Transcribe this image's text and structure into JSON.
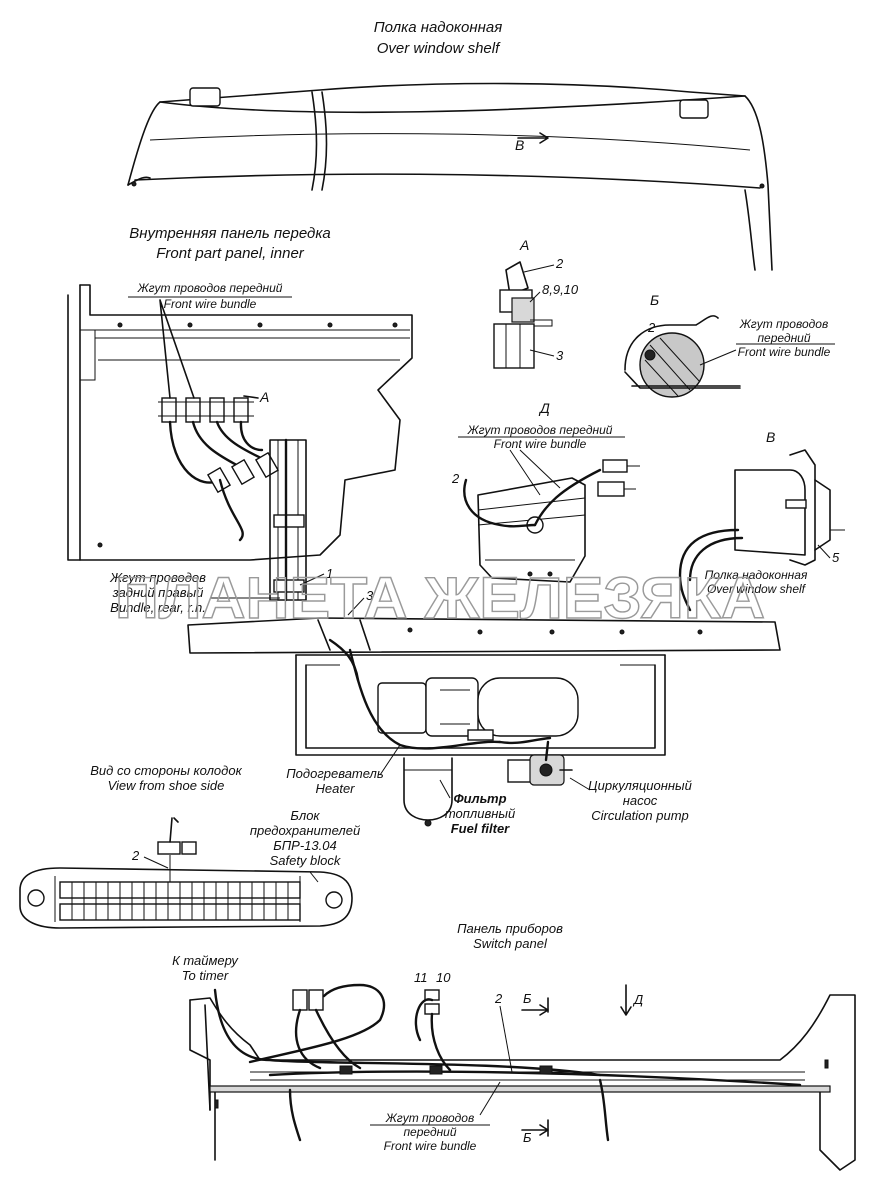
{
  "labels": {
    "shelf_ru": "Полка надоконная",
    "shelf_en": "Over window shelf",
    "front_panel_ru": "Внутренняя панель передка",
    "front_panel_en": "Front part panel, inner",
    "wire_front_ru": "Жгут проводов передний",
    "wire_front_en": "Front wire bundle",
    "view_A": "А",
    "view_B_cyr": "Б",
    "view_V": "В",
    "view_D": "Д",
    "view_B_latin": "B",
    "detailA_n2": "2",
    "detailA_n8910": "8,9,10",
    "detailA_n3": "3",
    "detailB_n2": "2",
    "detailB_wire_l1": "Жгут проводов",
    "detailB_wire_l2": "передний",
    "detailB_wire_en": "Front wire bundle",
    "detailD_wire_ru": "Жгут проводов передний",
    "detailD_wire_en": "Front wire bundle",
    "detailD_n2": "2",
    "detailV_n5": "5",
    "detailV_shelf_ru": "Полка надоконная",
    "detailV_shelf_en": "Over window shelf",
    "rear_bundle_l1": "Жгут проводов",
    "rear_bundle_l2": "задний правый",
    "rear_bundle_en": "Bundle, rear, r.h.",
    "n1": "1",
    "n3": "3",
    "heater_ru": "Подогреватель",
    "heater_en": "Heater",
    "filter_l1": "Фильтр",
    "filter_l2": "топливный",
    "filter_en": "Fuel filter",
    "pump_l1": "Циркуляционный",
    "pump_l2": "насос",
    "pump_en": "Circulation pump",
    "shoe_view_ru": "Вид со стороны колодок",
    "shoe_view_en": "View from shoe side",
    "fuse_l1": "Блок",
    "fuse_l2": "предохранителей",
    "fuse_l3": "БПР-13.04",
    "fuse_en": "Safety block",
    "fuse_n2": "2",
    "switch_ru": "Панель приборов",
    "switch_en": "Switch panel",
    "timer_ru": "К таймеру",
    "timer_en": "To timer",
    "n11": "11",
    "n10": "10",
    "switch_n2": "2",
    "switch_B1": "Б",
    "switch_B2": "Б",
    "switch_D": "Д",
    "switch_wire_l1": "Жгут проводов",
    "switch_wire_l2": "передний",
    "switch_wire_en": "Front wire bundle",
    "watermark": "ПЛАНЕТА ЖЕЛЕЗЯКА"
  }
}
